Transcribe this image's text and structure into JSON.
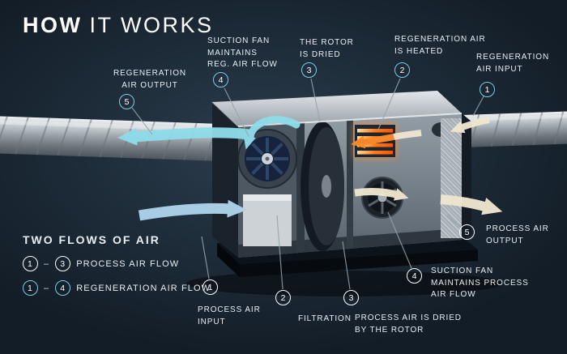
{
  "title": {
    "bold": "HOW",
    "rest": "IT WORKS"
  },
  "legend": {
    "heading": "TWO FLOWS OF AIR",
    "rows": [
      {
        "from": "1",
        "to": "3",
        "separator": "–",
        "label": "PROCESS AIR FLOW",
        "flow": "process"
      },
      {
        "from": "1",
        "to": "4",
        "separator": "–",
        "label": "REGENERATION AIR FLOW",
        "flow": "regeneration"
      }
    ]
  },
  "callouts": [
    {
      "number": "5",
      "label": "REGENERATION AIR OUTPUT",
      "flow": "regeneration"
    },
    {
      "number": "4",
      "label": "SUCTION FAN MAINTAINS REG. AIR FLOW",
      "flow": "regeneration"
    },
    {
      "number": "3",
      "label": "THE ROTOR IS DRIED",
      "flow": "regeneration"
    },
    {
      "number": "2",
      "label": "REGENERATION AIR IS HEATED",
      "flow": "regeneration"
    },
    {
      "number": "1",
      "label": "REGENERATION AIR INPUT",
      "flow": "regeneration"
    },
    {
      "number": "5",
      "label": "PROCESS AIR OUTPUT",
      "flow": "process"
    },
    {
      "number": "4",
      "label": "SUCTION FAN MAINTAINS PROCESS AIR FLOW",
      "flow": "process"
    },
    {
      "number": "3",
      "label": "PROCESS AIR IS DRIED BY THE ROTOR",
      "flow": "process"
    },
    {
      "number": "2",
      "label": "FILTRATION",
      "flow": "process"
    },
    {
      "number": "1",
      "label": "PROCESS AIR INPUT",
      "flow": "process"
    }
  ],
  "colors": {
    "background": "#1b2935",
    "text": "#e9eef2",
    "process_ring": "#ffffff",
    "regen_ring": "#7ad0e2",
    "regen_arrow": "#8fdce9",
    "process_arrow": "#aed3ea",
    "output_arrow": "#efe6cf",
    "heater_glow": "#ff8a2a",
    "leader": "#93a3af"
  }
}
